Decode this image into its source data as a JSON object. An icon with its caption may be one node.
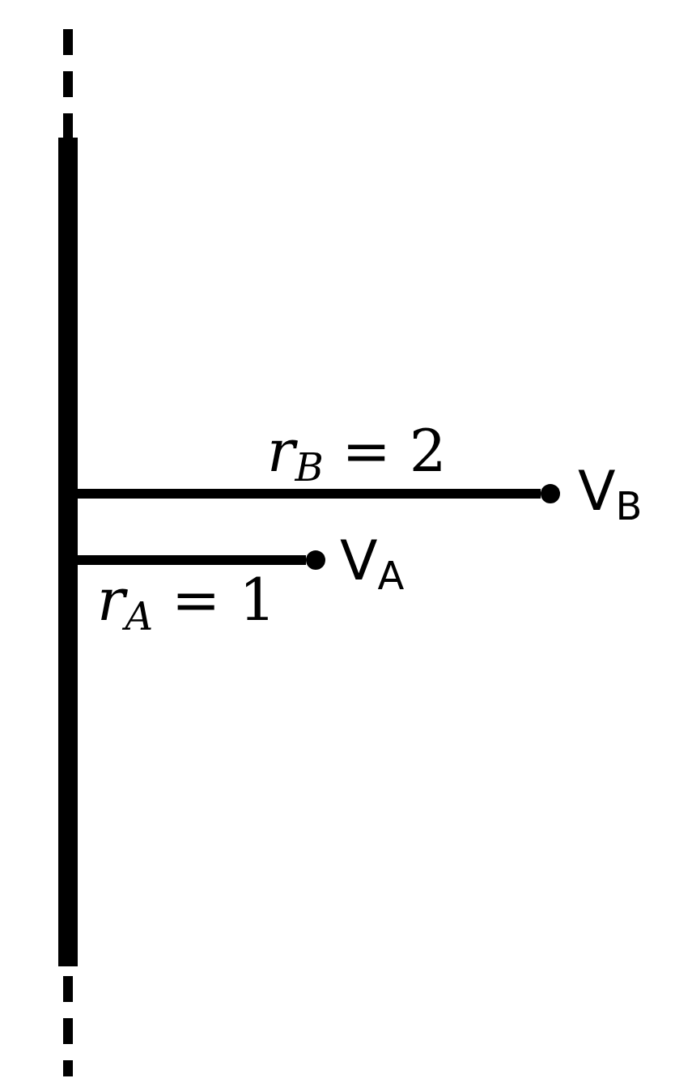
{
  "diagram": {
    "nodes": [
      {
        "text": [],
        "shape": "bar"
      },
      {
        "text": [],
        "shape": "circle",
        "beside": [
          "V$_{B}$"
        ]
      },
      {
        "text": [],
        "shape": "circle",
        "beside": [
          "V$_{A}$"
        ]
      }
    ],
    "edges": [
      {
        "from": 0,
        "to": 1,
        "arrow": "none",
        "label": "*r*$_{B}$ = 2"
      },
      {
        "from": 0,
        "to": 2,
        "arrow": "none",
        "label": "*r*$_{A}$ = 1"
      }
    ]
  }
}
